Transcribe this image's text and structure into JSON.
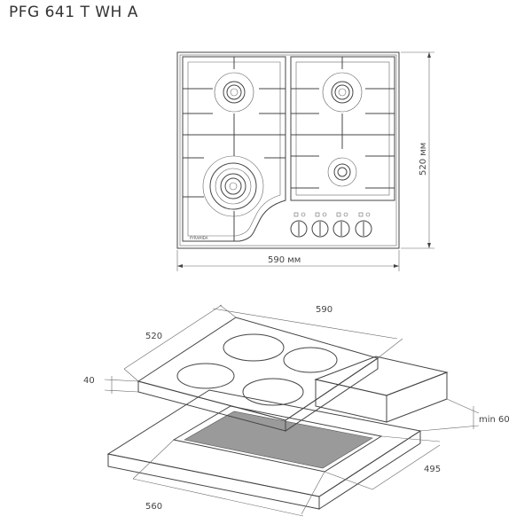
{
  "title": "PFG 641 T WH A",
  "top_view": {
    "width_label": "590 мм",
    "height_label": "520 мм",
    "brand_mark": "PYRAMIDA"
  },
  "iso_view": {
    "dim_width": "590",
    "dim_depth": "520",
    "dim_thickness": "40",
    "dim_clearance": "min 60",
    "dim_cutout_depth": "495",
    "dim_cutout_width": "560"
  }
}
